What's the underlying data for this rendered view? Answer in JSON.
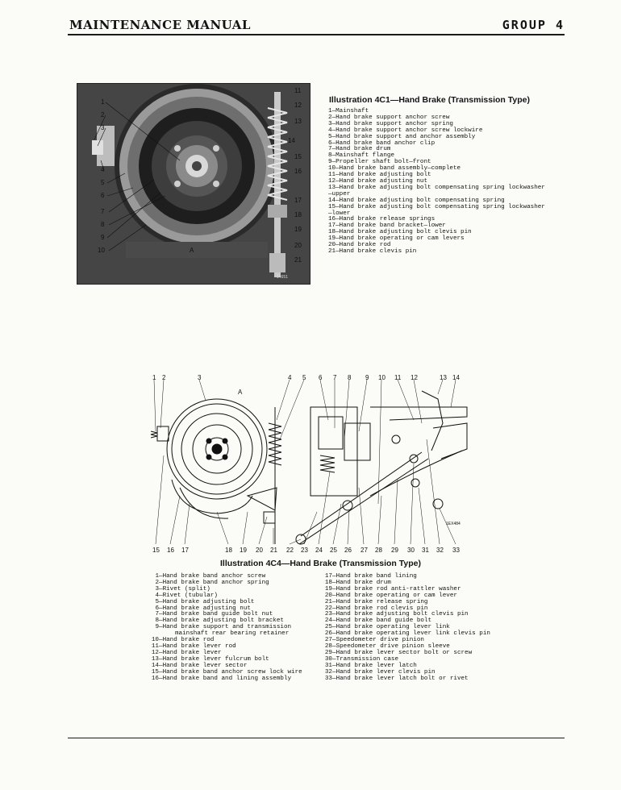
{
  "header": {
    "title": "MAINTENANCE MANUAL",
    "group": "GROUP 4"
  },
  "figure1": {
    "caption": "Illustration 4C1—Hand Brake (Transmission Type)",
    "callouts_left": [
      "1",
      "2",
      "3",
      "4",
      "5",
      "6",
      "7",
      "8",
      "9",
      "10"
    ],
    "callouts_right": [
      "11",
      "12",
      "13",
      "14",
      "15",
      "16",
      "17",
      "18",
      "19",
      "20",
      "21"
    ],
    "callout_a": "A",
    "corner_mark": "14651",
    "legend": [
      "1—Mainshaft",
      "2—Hand brake support anchor screw",
      "3—Hand brake support anchor spring",
      "4—Hand brake support anchor screw lockwire",
      "5—Hand brake support and anchor assembly",
      "6—Hand brake band anchor clip",
      "7—Hand brake drum",
      "8—Mainshaft flange",
      "9—Propeller shaft bolt—front",
      "10—Hand brake band assembly—complete",
      "11—Hand brake adjusting bolt",
      "12—Hand brake adjusting nut",
      "13—Hand brake adjusting bolt compensating spring lockwasher",
      "—upper",
      "14—Hand brake adjusting bolt compensating spring",
      "15—Hand brake adjusting bolt compensating spring lockwasher",
      "—lower",
      "16—Hand brake release springs",
      "17—Hand brake band bracket—lower",
      "18—Hand brake adjusting bolt clevis pin",
      "19—Hand brake operating or cam levers",
      "20—Hand brake rod",
      "21—Hand brake clevis pin"
    ]
  },
  "figure2": {
    "caption": "Illustration 4C4—Hand Brake (Transmission Type)",
    "callouts_top": [
      "1",
      "2",
      "3",
      "4",
      "5",
      "6",
      "7",
      "8",
      "9",
      "10",
      "11",
      "12",
      "13",
      "14"
    ],
    "callouts_bottom": [
      "15",
      "16",
      "17",
      "18",
      "19",
      "20",
      "21",
      "22",
      "23",
      "24",
      "25",
      "26",
      "27",
      "28",
      "29",
      "30",
      "31",
      "32",
      "33"
    ],
    "callout_a": "A",
    "corner_mark": "1EX484",
    "legend_left": [
      {
        "n": "1",
        "t": "Hand brake band anchor screw"
      },
      {
        "n": "2",
        "t": "Hand brake band anchor spring"
      },
      {
        "n": "3",
        "t": "Rivet (split)"
      },
      {
        "n": "4",
        "t": "Rivet (tubular)"
      },
      {
        "n": "5",
        "t": "Hand brake adjusting bolt"
      },
      {
        "n": "6",
        "t": "Hand brake adjusting nut"
      },
      {
        "n": "7",
        "t": "Hand brake band guide bolt nut"
      },
      {
        "n": "8",
        "t": "Hand brake adjusting bolt bracket"
      },
      {
        "n": "9",
        "t": "Hand brake support and transmission mainshaft rear bearing retainer"
      },
      {
        "n": "10",
        "t": "Hand brake rod"
      },
      {
        "n": "11",
        "t": "Hand brake lever rod"
      },
      {
        "n": "12",
        "t": "Hand brake lever"
      },
      {
        "n": "13",
        "t": "Hand brake lever fulcrum bolt"
      },
      {
        "n": "14",
        "t": "Hand brake lever sector"
      },
      {
        "n": "15",
        "t": "Hand brake band anchor screw lock wire"
      },
      {
        "n": "16",
        "t": "Hand brake band and lining assembly"
      }
    ],
    "legend_right": [
      {
        "n": "17",
        "t": "Hand brake band lining"
      },
      {
        "n": "18",
        "t": "Hand brake drum"
      },
      {
        "n": "19",
        "t": "Hand brake rod anti-rattler washer"
      },
      {
        "n": "20",
        "t": "Hand brake operating or cam lever"
      },
      {
        "n": "21",
        "t": "Hand brake release spring"
      },
      {
        "n": "22",
        "t": "Hand brake rod clevis pin"
      },
      {
        "n": "23",
        "t": "Hand brake adjusting bolt clevis pin"
      },
      {
        "n": "24",
        "t": "Hand brake band guide bolt"
      },
      {
        "n": "25",
        "t": "Hand brake operating lever link"
      },
      {
        "n": "26",
        "t": "Hand brake operating lever link clevis pin"
      },
      {
        "n": "27",
        "t": "Speedometer drive pinion"
      },
      {
        "n": "28",
        "t": "Speedometer drive pinion sleeve"
      },
      {
        "n": "29",
        "t": "Hand brake lever sector bolt or screw"
      },
      {
        "n": "30",
        "t": "Transmission case"
      },
      {
        "n": "31",
        "t": "Hand brake lever latch"
      },
      {
        "n": "32",
        "t": "Hand brake lever clevis pin"
      },
      {
        "n": "33",
        "t": "Hand brake lever latch bolt or rivet"
      }
    ]
  }
}
